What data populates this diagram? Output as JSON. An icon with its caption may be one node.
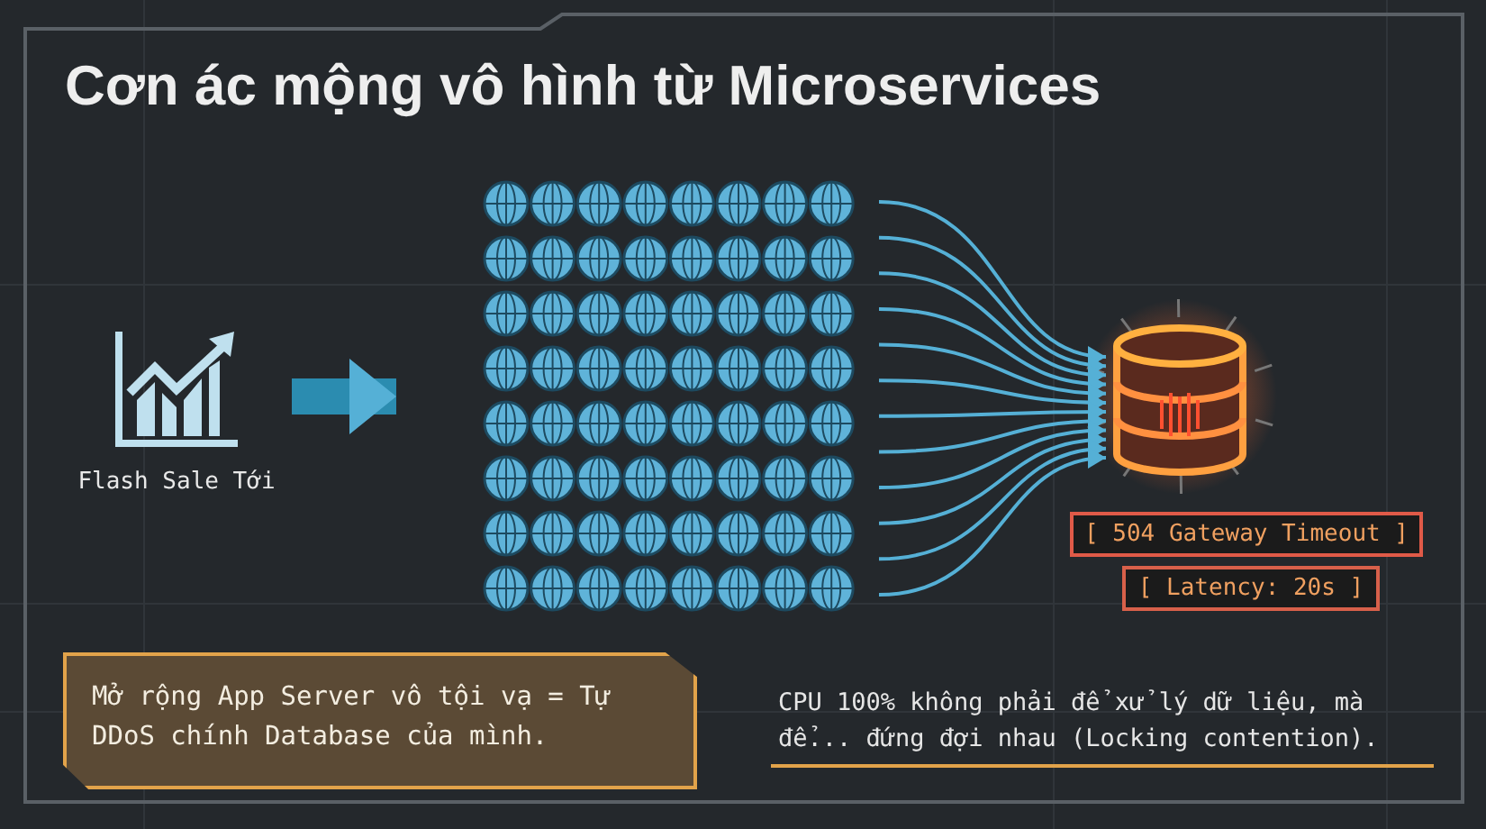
{
  "diagram": {
    "title": "Cơn ác mộng vô hình từ Microservices",
    "nodes": [
      {
        "text": [
          "Flash Sale Tới"
        ]
      },
      {
        "text": [],
        "shape": "globe"
      },
      {
        "text": [],
        "shape": "cylinder"
      },
      {
        "text": [
          "[ 504 Gateway Timeout ]"
        ]
      },
      {
        "text": [
          "[ Latency: 20s ]"
        ]
      },
      {
        "text": [
          "Mở rộng App Server vô tội vạ = Tự DDoS chính Database của mình."
        ]
      }
    ],
    "edges": [
      {
        "from": 0,
        "to": 1,
        "arrow": "to",
        "style": "thick"
      },
      {
        "from": 1,
        "to": 2,
        "arrow": "to"
      },
      {
        "from": 1,
        "to": 2,
        "arrow": "to"
      },
      {
        "from": 1,
        "to": 2,
        "arrow": "to"
      },
      {
        "from": 1,
        "to": 2,
        "arrow": "to"
      },
      {
        "from": 1,
        "to": 2,
        "arrow": "to"
      },
      {
        "from": 1,
        "to": 2,
        "arrow": "to"
      },
      {
        "from": 1,
        "to": 2,
        "arrow": "to"
      },
      {
        "from": 1,
        "to": 2,
        "arrow": "to"
      },
      {
        "from": 1,
        "to": 2,
        "arrow": "to"
      },
      {
        "from": 1,
        "to": 2,
        "arrow": "to"
      },
      {
        "from": 1,
        "to": 2,
        "arrow": "to"
      },
      {
        "from": 1,
        "to": 2,
        "arrow": "to"
      }
    ],
    "labels": [
      "CPU 100% không phải để xử lý dữ liệu, mà để... đứng đợi nhau (Locking contention)."
    ]
  }
}
